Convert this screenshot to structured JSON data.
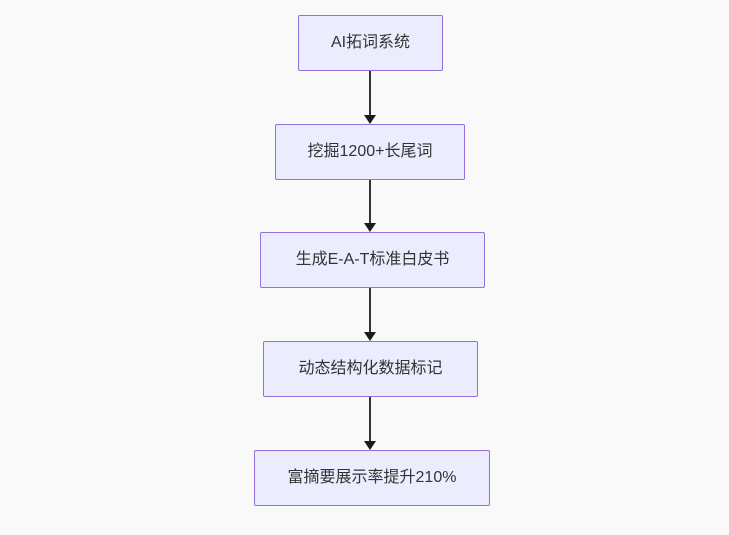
{
  "diagram": {
    "type": "flowchart",
    "direction": "top-down",
    "nodes": [
      {
        "id": "node-1",
        "label": "AI拓词系统"
      },
      {
        "id": "node-2",
        "label": "挖掘1200+长尾词"
      },
      {
        "id": "node-3",
        "label": "生成E-A-T标准白皮书"
      },
      {
        "id": "node-4",
        "label": "动态结构化数据标记"
      },
      {
        "id": "node-5",
        "label": "富摘要展示率提升210%"
      }
    ],
    "edges": [
      {
        "from": "node-1",
        "to": "node-2"
      },
      {
        "from": "node-2",
        "to": "node-3"
      },
      {
        "from": "node-3",
        "to": "node-4"
      },
      {
        "from": "node-4",
        "to": "node-5"
      }
    ],
    "colors": {
      "background": "#f9f9f9",
      "node_fill": "#ECECFF",
      "node_border": "#9370DB",
      "text": "#333333",
      "arrow": "#333333"
    }
  }
}
